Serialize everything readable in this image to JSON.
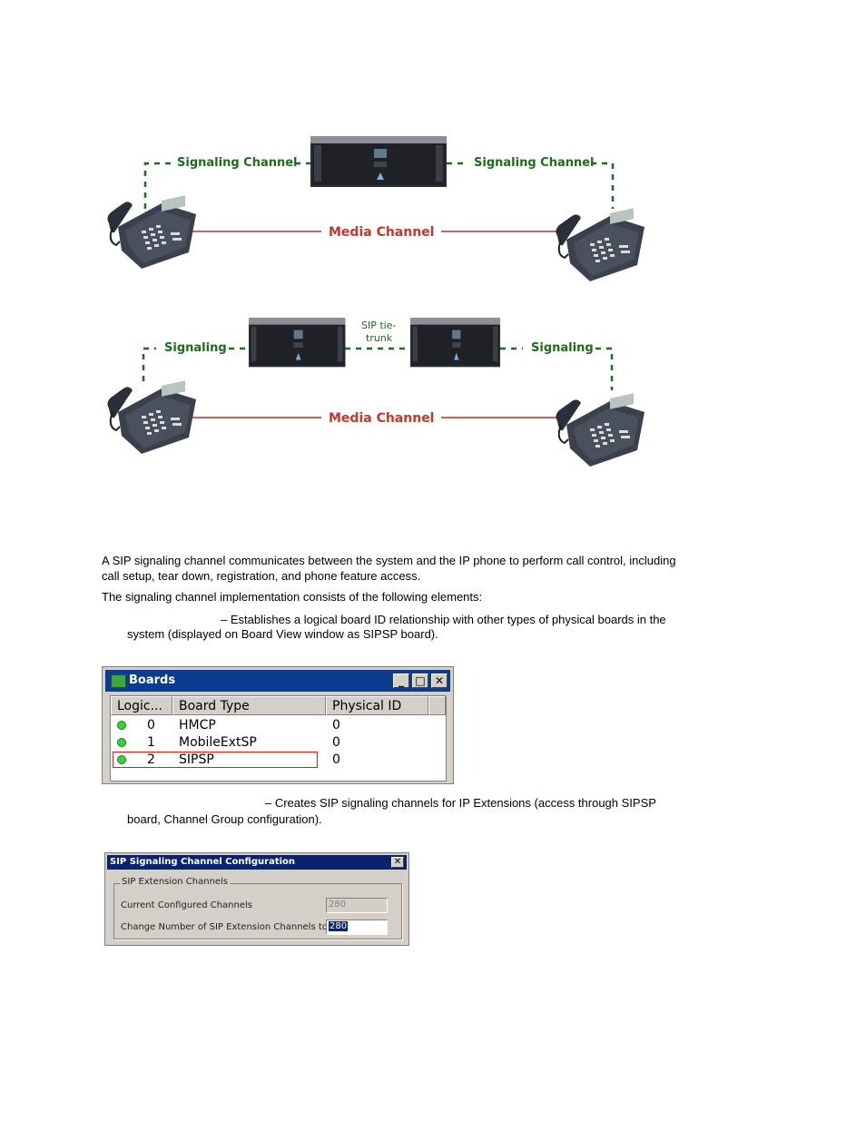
{
  "diagram1": {
    "signaling_left": "Signaling Channel",
    "signaling_right": "Signaling Channel",
    "media": "Media Channel"
  },
  "diagram2": {
    "signaling_left": "Signaling",
    "signaling_right": "Signaling",
    "tie_line1": "SIP tie-",
    "tie_line2": "trunk",
    "media": "Media Channel"
  },
  "text": {
    "p1_line1": "A SIP signaling channel communicates between the system and the IP phone to perform call control, including",
    "p1_line2": "call setup, tear down, registration, and phone feature access.",
    "p2": "The signaling channel implementation consists of the following elements:",
    "b1_line1": "– Establishes a logical board ID relationship with other types of physical boards in the",
    "b1_line2": "system (displayed on Board View window as SIPSP board).",
    "b2_line1": "– Creates SIP signaling channels for IP Extensions (access through SIPSP",
    "b2_line2": "board, Channel Group configuration)."
  },
  "boards_window": {
    "title": "Boards",
    "minimize": "_",
    "maximize": "□",
    "close": "✕",
    "columns": [
      "Logic...",
      "Board Type",
      "Physical ID"
    ],
    "rows": [
      {
        "logical": "0",
        "type": "HMCP",
        "physical": "0"
      },
      {
        "logical": "1",
        "type": "MobileExtSP",
        "physical": "0"
      },
      {
        "logical": "2",
        "type": "SIPSP",
        "physical": "0"
      }
    ],
    "status_color": "#35d635",
    "highlight_color": "#e02020"
  },
  "sip_dialog": {
    "title": "SIP Signaling Channel Configuration",
    "close": "✕",
    "group_label": "SIP Extension Channels",
    "current_label": "Current Configured Channels",
    "current_value": "280",
    "change_label": "Change Number of SIP Extension Channels to",
    "change_value": "280"
  }
}
